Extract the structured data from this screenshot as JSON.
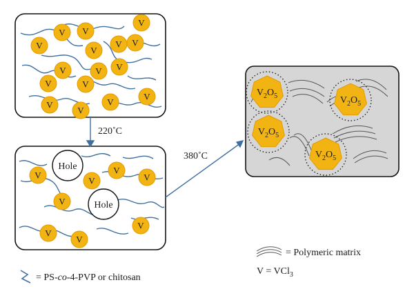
{
  "particle_label": "V",
  "hole_label": "Hole",
  "oxide": {
    "base1": "V",
    "sub1": "2",
    "base2": "O",
    "sub2": "5"
  },
  "arrows": {
    "step1": "220˚C",
    "step2": "380˚C"
  },
  "legend": {
    "polymer_prefix": "= PS-",
    "polymer_italic": "co",
    "polymer_suffix": "-4-PVP or chitosan",
    "matrix": "= Polymeric matrix",
    "vcl_prefix": "V = VCl",
    "vcl_sub": "3"
  },
  "colors": {
    "particle_fill": "#f2b413",
    "particle_stroke": "#e39a00",
    "chain": "#3f6f9e",
    "box_border": "#111111",
    "matrix_fill": "#d6d6d6"
  }
}
